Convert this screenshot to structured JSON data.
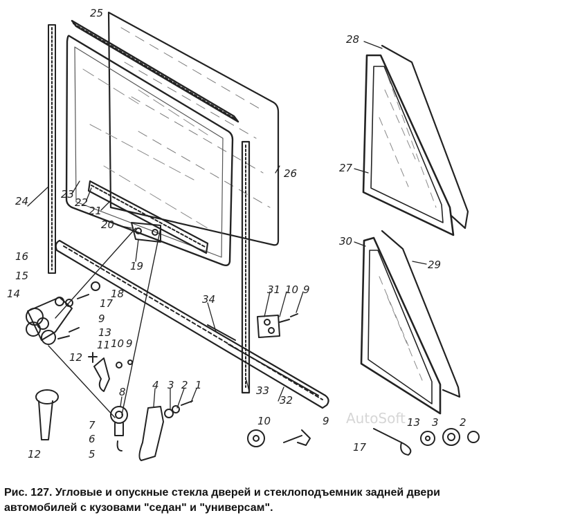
{
  "figure": {
    "watermark": "AutoSoft",
    "callouts": {
      "c25": "25",
      "c24": "24",
      "c23": "23",
      "c22": "22",
      "c21": "21",
      "c20": "20",
      "c19": "19",
      "c26": "26",
      "c28": "28",
      "c27": "27",
      "c30": "30",
      "c29": "29",
      "c16": "16",
      "c15": "15",
      "c14": "14",
      "c17a": "17",
      "c18": "18",
      "c9a": "9",
      "c13a": "13",
      "c11": "11",
      "c10a": "10",
      "c9b": "9",
      "c12a": "12",
      "c34": "34",
      "c31": "31",
      "c10b": "10",
      "c9c": "9",
      "c33": "33",
      "c32": "32",
      "c8": "8",
      "c7": "7",
      "c6": "6",
      "c5": "5",
      "c4": "4",
      "c3a": "3",
      "c2a": "2",
      "c1": "1",
      "c12b": "12",
      "c10c": "10",
      "c9d": "9",
      "c17b": "17",
      "c13b": "13",
      "c3b": "3",
      "c2b": "2"
    }
  },
  "caption": {
    "line1": "Рис. 127. Угловые и опускные стекла дверей и стеклоподъемник задней двери",
    "line2": "автомобилей с кузовами \"седан\" и \"универсам\"."
  }
}
